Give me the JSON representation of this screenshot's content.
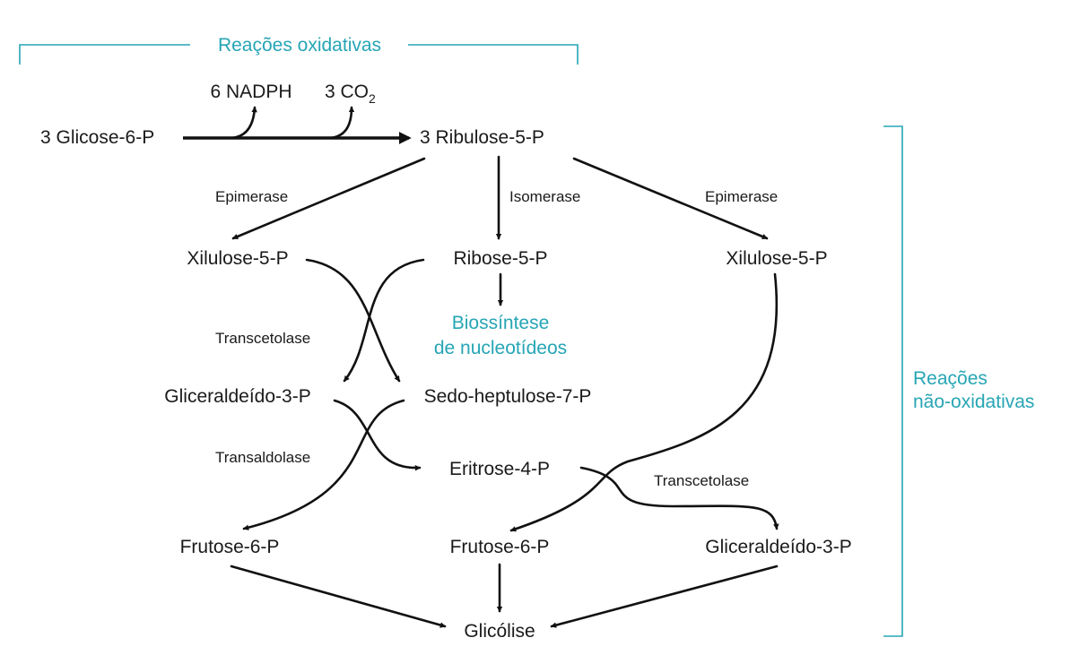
{
  "colors": {
    "accent": "#26a5b5",
    "ink": "#111111"
  },
  "oxidative": {
    "title": "Reações oxidativas",
    "nadph": "6 NADPH",
    "co2_prefix": "3 CO",
    "co2_sub": "2",
    "glucose": "3 Glicose-6-P",
    "ribulose": "3 Ribulose-5-P"
  },
  "nonoxidative": {
    "title_line1": "Reações",
    "title_line2": "não-oxidativas"
  },
  "nodes": {
    "xylulose_left": "Xilulose-5-P",
    "ribose": "Ribose-5-P",
    "xylulose_right": "Xilulose-5-P",
    "biosynthesis_line1": "Biossíntese",
    "biosynthesis_line2": "de nucleotídeos",
    "glyceraldehyde_left": "Gliceraldeído-3-P",
    "sedoheptulose": "Sedo-heptulose-7-P",
    "erythrose": "Eritrose-4-P",
    "fructose_left": "Frutose-6-P",
    "fructose_mid": "Frutose-6-P",
    "glyceraldehyde_right": "Gliceraldeído-3-P",
    "glycolysis": "Glicólise"
  },
  "enzymes": {
    "epimerase_left": "Epimerase",
    "isomerase": "Isomerase",
    "epimerase_right": "Epimerase",
    "transketolase_1": "Transcetolase",
    "transaldolase": "Transaldolase",
    "transketolase_2": "Transcetolase"
  }
}
